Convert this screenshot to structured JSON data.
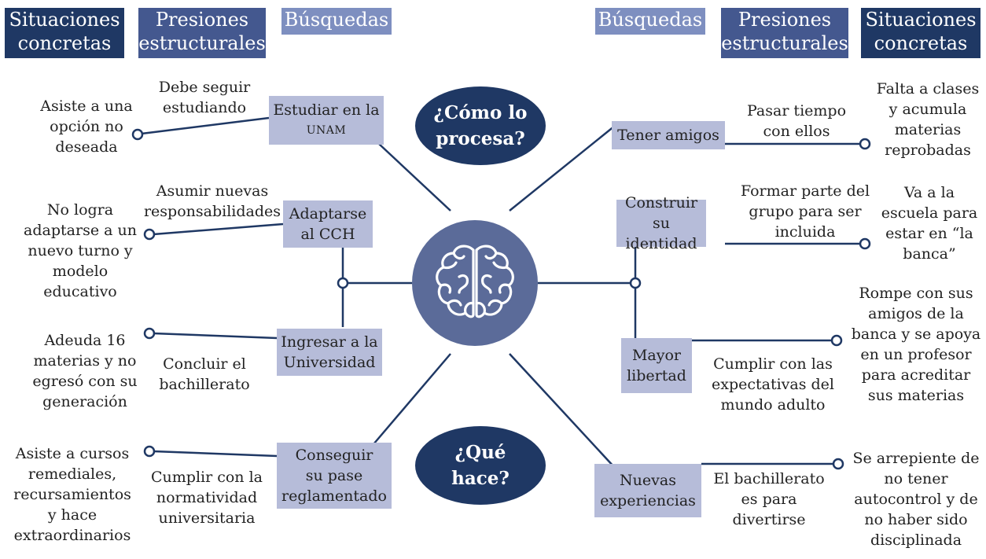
{
  "headers": {
    "left": {
      "situaciones": [
        "Situaciones",
        "concretas"
      ],
      "presiones": [
        "Presiones",
        "estructurales"
      ],
      "busquedas": "Búsquedas"
    },
    "right": {
      "busquedas": "Búsquedas",
      "presiones": [
        "Presiones",
        "estructurales"
      ],
      "situaciones": [
        "Situaciones",
        "concretas"
      ]
    }
  },
  "center": {
    "top_question": [
      "¿Cómo lo",
      "procesa?"
    ],
    "bottom_question": [
      "¿Qué",
      "hace?"
    ],
    "icon": "brain-icon"
  },
  "left_branches": [
    {
      "busqueda": [
        "Estudiar en la",
        "UNAM"
      ],
      "presion": [
        "Debe seguir",
        "estudiando"
      ],
      "situacion": [
        "Asiste a una",
        "opción no",
        "deseada"
      ]
    },
    {
      "busqueda": [
        "Adaptarse",
        "al CCH"
      ],
      "presion": [
        "Asumir nuevas",
        "responsabilidades"
      ],
      "situacion": [
        "No logra",
        "adaptarse a un",
        "nuevo turno y",
        "modelo",
        "educativo"
      ]
    },
    {
      "busqueda": [
        "Ingresar a la",
        "Universidad"
      ],
      "presion": [
        "Concluir el",
        "bachillerato"
      ],
      "situacion": [
        "Adeuda 16",
        "materias y no",
        "egresó con su",
        "generación"
      ]
    },
    {
      "busqueda": [
        "Conseguir",
        "su pase",
        "reglamentado"
      ],
      "presion": [
        "Cumplir con la",
        "normatividad",
        "universitaria"
      ],
      "situacion": [
        "Asiste a cursos",
        "remediales,",
        "recursamientos",
        "y hace",
        "extraordinarios"
      ]
    }
  ],
  "right_branches": [
    {
      "busqueda": [
        "Tener amigos"
      ],
      "presion": [
        "Pasar tiempo",
        "con ellos"
      ],
      "situacion": [
        "Falta a clases",
        "y acumula",
        "materias",
        "reprobadas"
      ]
    },
    {
      "busqueda": [
        "Construir su",
        "identidad"
      ],
      "presion": [
        "Formar parte del",
        "grupo para ser",
        "incluida"
      ],
      "situacion": [
        "Va a la",
        "escuela para",
        "estar en “la",
        "banca”"
      ]
    },
    {
      "busqueda": [
        "Mayor",
        "libertad"
      ],
      "presion": [
        "Cumplir con las",
        "expectativas del",
        "mundo adulto"
      ],
      "situacion": [
        "Rompe con sus",
        "amigos de la",
        "banca y se apoya",
        "en un profesor",
        "para acreditar",
        "sus materias"
      ]
    },
    {
      "busqueda": [
        "Nuevas",
        "experiencias"
      ],
      "presion": [
        "El bachillerato",
        "es para",
        "divertirse"
      ],
      "situacion": [
        "Se arrepiente de",
        "no tener",
        "autocontrol y de",
        "no haber sido",
        "disciplinada"
      ]
    }
  ],
  "colors": {
    "dark_navy": "#1f3864",
    "mid_blue": "#44588f",
    "light_blue": "#7e8fc0",
    "box_fill": "#b6bcd9",
    "brain_circle": "#5b6b99",
    "line": "#1f3864"
  }
}
